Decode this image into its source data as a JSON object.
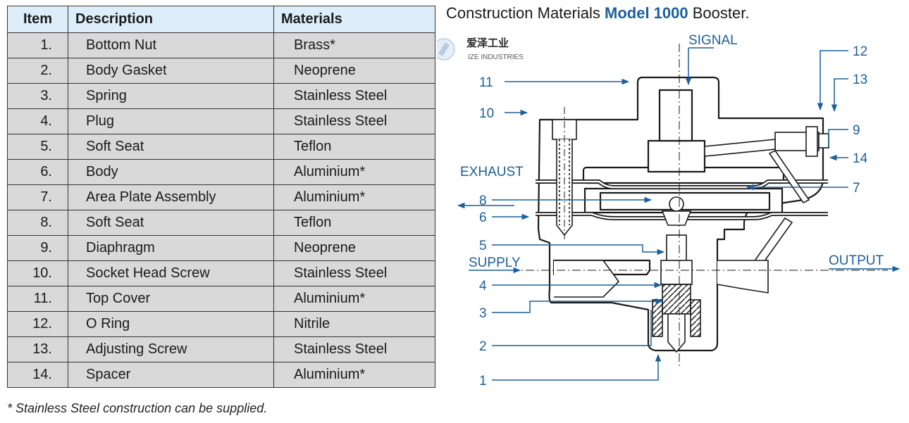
{
  "table": {
    "headers": {
      "item": "Item",
      "description": "Description",
      "materials": "Materials"
    },
    "rows": [
      {
        "item": "1.",
        "description": "Bottom Nut",
        "material": "Brass*"
      },
      {
        "item": "2.",
        "description": "Body Gasket",
        "material": "Neoprene"
      },
      {
        "item": "3.",
        "description": "Spring",
        "material": "Stainless Steel"
      },
      {
        "item": "4.",
        "description": "Plug",
        "material": "Stainless Steel"
      },
      {
        "item": "5.",
        "description": "Soft Seat",
        "material": "Teflon"
      },
      {
        "item": "6.",
        "description": "Body",
        "material": "Aluminium*"
      },
      {
        "item": "7.",
        "description": "Area Plate Assembly",
        "material": "Aluminium*"
      },
      {
        "item": "8.",
        "description": "Soft Seat",
        "material": "Teflon"
      },
      {
        "item": "9.",
        "description": "Diaphragm",
        "material": "Neoprene"
      },
      {
        "item": "10.",
        "description": "Socket Head Screw",
        "material": "Stainless Steel"
      },
      {
        "item": "11.",
        "description": "Top Cover",
        "material": "Aluminium*"
      },
      {
        "item": "12.",
        "description": "O Ring",
        "material": "Nitrile"
      },
      {
        "item": "13.",
        "description": "Adjusting Screw",
        "material": "Stainless Steel"
      },
      {
        "item": "14.",
        "description": "Spacer",
        "material": "Aluminium*"
      }
    ]
  },
  "footnote": "* Stainless Steel construction can be supplied.",
  "diagram": {
    "title_prefix": "Construction Materials",
    "title_model": "Model 1000",
    "title_suffix": "Booster.",
    "labels": {
      "signal": "SIGNAL",
      "exhaust": "EXHAUST",
      "supply": "SUPPLY",
      "output": "OUTPUT"
    },
    "callouts": [
      "1",
      "2",
      "3",
      "4",
      "5",
      "6",
      "7",
      "8",
      "9",
      "10",
      "11",
      "12",
      "13",
      "14"
    ],
    "logo": {
      "chinese": "爱泽工业",
      "english": "IZE INDUSTRIES"
    },
    "colors": {
      "line": "#1c5f99",
      "body": "#1a1a1a",
      "header_bg": "#ddeefa",
      "row_bg": "#d9d9d9"
    }
  }
}
